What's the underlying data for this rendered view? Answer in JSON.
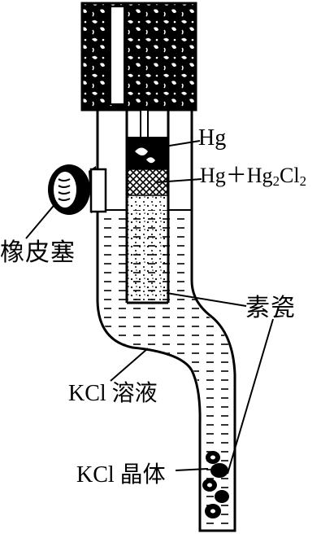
{
  "labels": {
    "hg": "Hg",
    "hg_hg2cl2_prefix": "Hg＋Hg",
    "hg_hg2cl2_sub1": "2",
    "hg_hg2cl2_mid": "Cl",
    "hg_hg2cl2_sub2": "2",
    "rubber_stopper": "橡皮塞",
    "porous_porcelain": "素瓷",
    "kcl_solution": "KCl 溶液",
    "kcl_crystal": "KCl 晶体"
  }
}
